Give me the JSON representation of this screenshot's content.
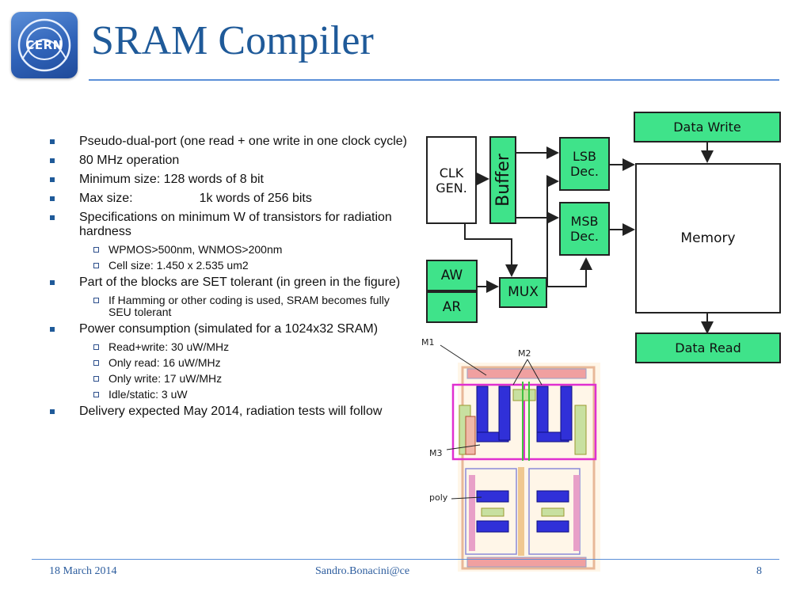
{
  "logo": {
    "text": "CERN"
  },
  "title": "SRAM Compiler",
  "bullets": {
    "b0": "Pseudo-dual-port (one read + one write in one clock cycle)",
    "b1": "80 MHz operation",
    "b2": "Minimum size: 128 words of 8 bit",
    "b3_label": "Max size:",
    "b3_value": "1k words of 256 bits",
    "b4": "Specifications on minimum W of transistors for radiation hardness",
    "b4_s0": "WPMOS>500nm, WNMOS>200nm",
    "b4_s1": "Cell size: 1.450 x 2.535 um2",
    "b5": "Part of the blocks are SET tolerant (in green in the figure)",
    "b5_s0": "If Hamming or other coding is used, SRAM becomes fully SEU tolerant",
    "b6": "Power consumption (simulated for a 1024x32 SRAM)",
    "b6_s0": "Read+write: 30 uW/MHz",
    "b6_s1": "Only read: 16 uW/MHz",
    "b6_s2": "Only write: 17 uW/MHz",
    "b6_s3": "Idle/static: 3 uW",
    "b7": "Delivery expected May 2014, radiation tests will follow"
  },
  "diagram": {
    "data_write": "Data Write",
    "clk_line1": "CLK",
    "clk_line2": "GEN.",
    "buffer": "Buffer",
    "lsb_line1": "LSB",
    "lsb_line2": "Dec.",
    "msb_line1": "MSB",
    "msb_line2": "Dec.",
    "memory": "Memory",
    "aw": "AW",
    "ar": "AR",
    "mux": "MUX",
    "data_read": "Data Read",
    "green_color": "#3fe38a"
  },
  "layout_labels": {
    "m1": "M1",
    "m2": "M2",
    "m3": "M3",
    "poly": "poly"
  },
  "footer": {
    "date": "18 March 2014",
    "email": "Sandro.Bonacini@ce",
    "page": "8"
  }
}
